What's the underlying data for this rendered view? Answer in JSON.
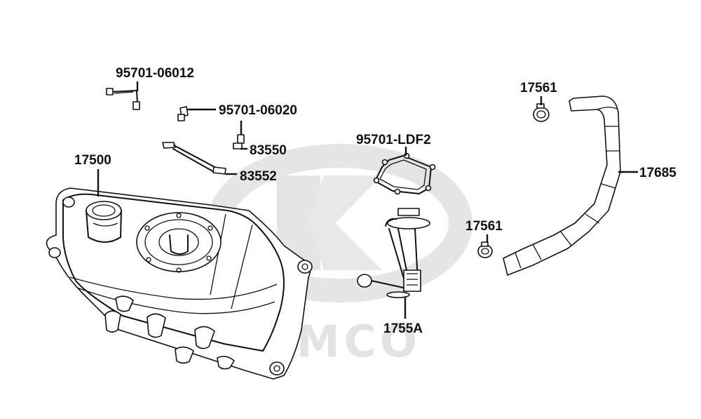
{
  "diagram": {
    "watermark": {
      "text": "KYMCO"
    },
    "labels": {
      "p95701_06012": "95701-06012",
      "p95701_06020": "95701-06020",
      "p83550": "83550",
      "p83552": "83552",
      "p17500": "17500",
      "p95701_ldf2": "95701-LDF2",
      "p17561_top": "17561",
      "p17685": "17685",
      "p17561_mid": "17561",
      "p1755a": "1755A"
    }
  }
}
